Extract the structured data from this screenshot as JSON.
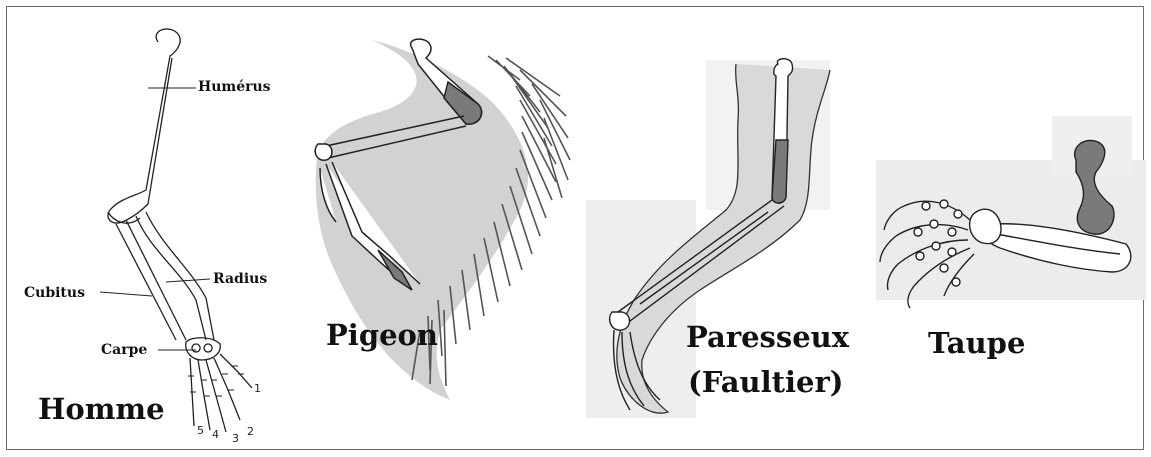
{
  "figure": {
    "homme": {
      "name": "Homme",
      "labels": {
        "humerus": "Humérus",
        "radius": "Radius",
        "cubitus": "Cubitus",
        "carpe": "Carpe"
      },
      "digits": [
        "1",
        "2",
        "3",
        "4",
        "5"
      ]
    },
    "pigeon": {
      "name": "Pigeon"
    },
    "paresseux": {
      "name_line1": "Paresseux",
      "name_line2": "(Faultier)"
    },
    "taupe": {
      "name": "Taupe"
    }
  },
  "colors": {
    "bone_shade": "#7a7a7a",
    "panel_gray": "#e9e9e9",
    "wing_gray": "#cfcfcf",
    "outline": "#222222"
  }
}
